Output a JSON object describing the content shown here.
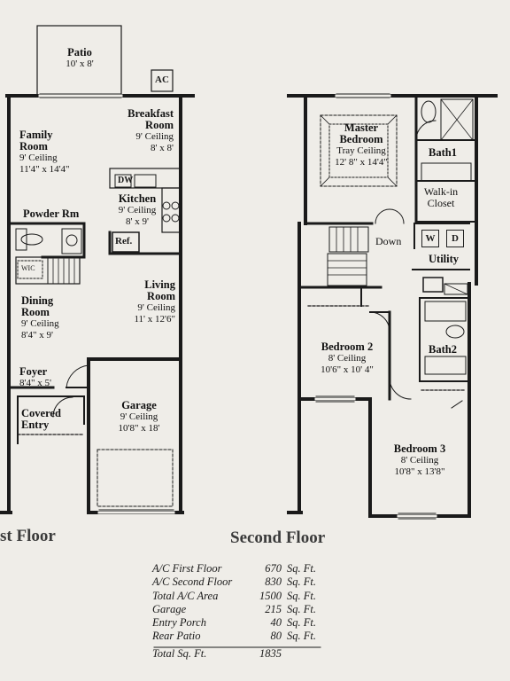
{
  "first_floor": {
    "title": "st Floor",
    "ac_label": "AC",
    "rooms": {
      "patio": {
        "name": "Patio",
        "size": "10' x 8'"
      },
      "family": {
        "name1": "Family",
        "name2": "Room",
        "ceiling": "9' Ceiling",
        "size": "11'4\" x 14'4\""
      },
      "breakfast": {
        "name1": "Breakfast",
        "name2": "Room",
        "ceiling": "9' Ceiling",
        "size": "8' x 8'"
      },
      "kitchen": {
        "name": "Kitchen",
        "ceiling": "9' Ceiling",
        "size": "8' x 9'"
      },
      "dw": "DW",
      "ref": "Ref.",
      "powder": {
        "name": "Powder Rm"
      },
      "wic": "WIC",
      "dining": {
        "name1": "Dining",
        "name2": "Room",
        "ceiling": "9' Ceiling",
        "size": "8'4\" x 9'"
      },
      "living": {
        "name1": "Living",
        "name2": "Room",
        "ceiling": "9' Ceiling",
        "size": "11' x 12'6\""
      },
      "foyer": {
        "name": "Foyer",
        "size": "8'4\" x 5'"
      },
      "covered": {
        "name1": "Covered",
        "name2": "Entry"
      },
      "garage": {
        "name": "Garage",
        "ceiling": "9' Ceiling",
        "size": "10'8\" x 18'"
      }
    }
  },
  "second_floor": {
    "title": "Second Floor",
    "rooms": {
      "master": {
        "name1": "Master",
        "name2": "Bedroom",
        "ceiling": "Tray Ceiling",
        "size": "12' 8\" x 14'4\""
      },
      "bath1": {
        "name": "Bath1"
      },
      "walkin": {
        "name1": "Walk-in",
        "name2": "Closet"
      },
      "down": "Down",
      "w": "W",
      "d": "D",
      "utility": "Utility",
      "bedroom2": {
        "name": "Bedroom 2",
        "ceiling": "8' Ceiling",
        "size": "10'6\" x 10' 4\""
      },
      "bath2": {
        "name": "Bath2"
      },
      "bedroom3": {
        "name": "Bedroom 3",
        "ceiling": "8' Ceiling",
        "size": "10'8\" x 13'8\""
      }
    }
  },
  "area_summary": [
    {
      "label": "A/C First Floor",
      "value": "670",
      "unit": "Sq. Ft."
    },
    {
      "label": "A/C Second Floor",
      "value": "830",
      "unit": "Sq. Ft."
    },
    {
      "label": "Total A/C Area",
      "value": "1500",
      "unit": "Sq. Ft."
    },
    {
      "label": "Garage",
      "value": "215",
      "unit": "Sq. Ft."
    },
    {
      "label": "Entry Porch",
      "value": "40",
      "unit": "Sq. Ft."
    },
    {
      "label": "Rear Patio",
      "value": "80",
      "unit": "Sq. Ft."
    }
  ],
  "area_total": {
    "label": "Total Sq. Ft.",
    "value": "1835"
  }
}
